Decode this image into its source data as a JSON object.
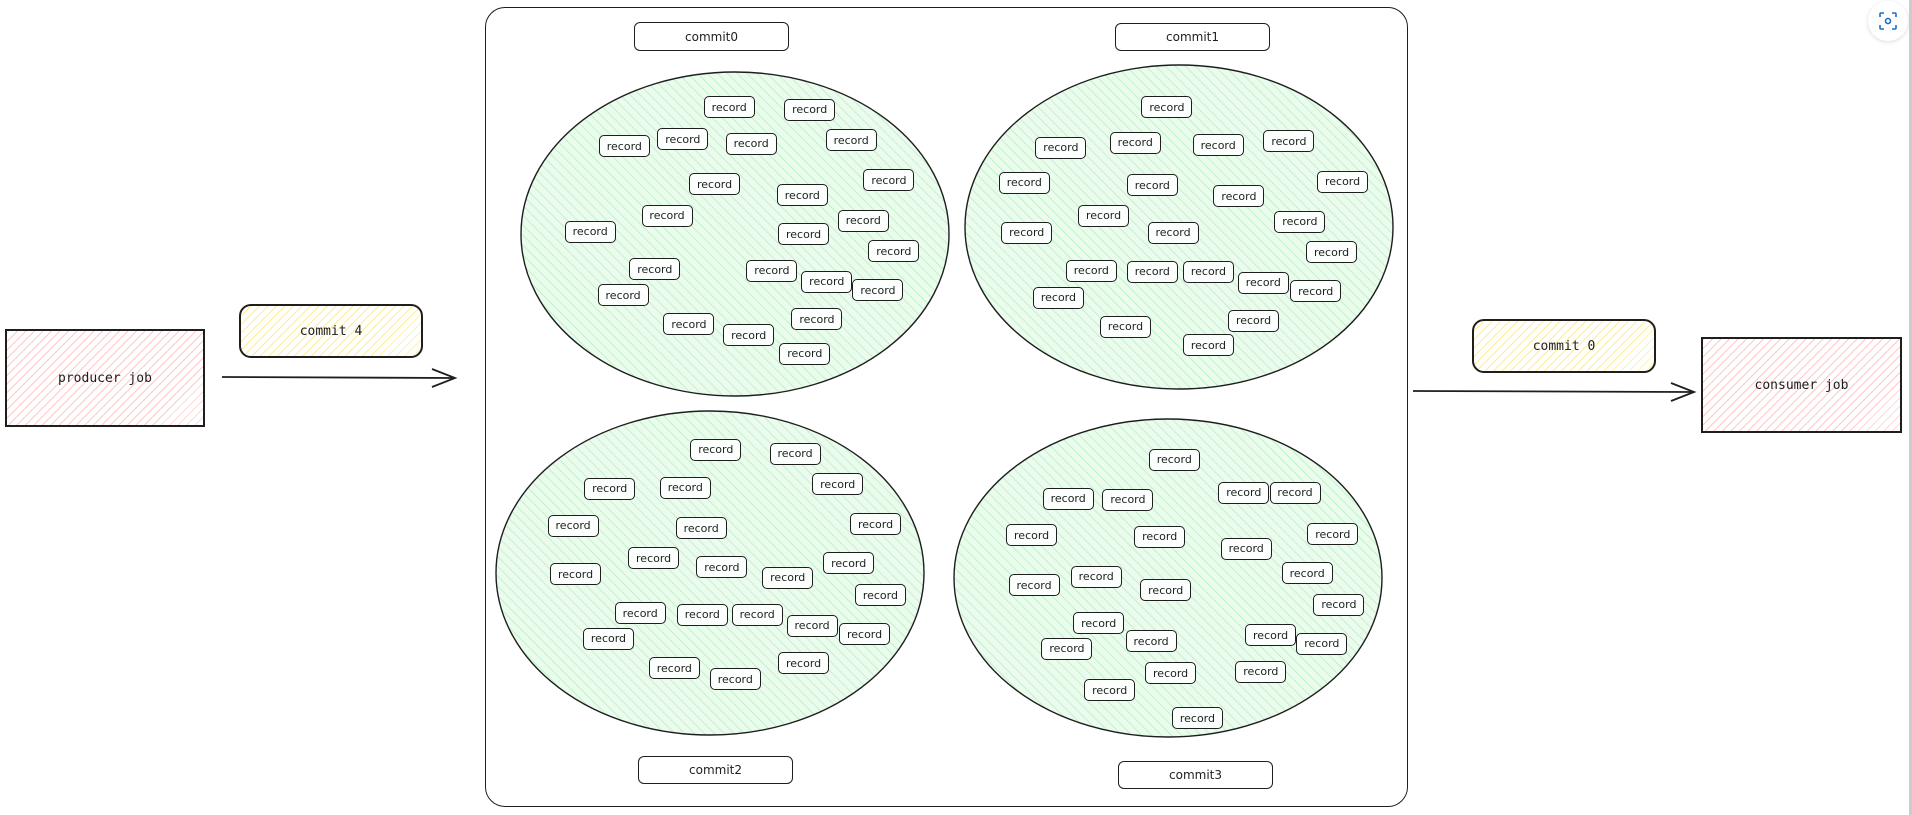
{
  "producer": {
    "label": "producer job"
  },
  "consumer": {
    "label": "consumer job"
  },
  "incoming_commit": {
    "label": "commit 4"
  },
  "outgoing_commit": {
    "label": "commit 0"
  },
  "colors": {
    "job_hatch": "#ffc9c9",
    "commit_hatch": "#ffec99",
    "group_fill": "#ebfbee",
    "group_hatch": "#b2f2bb",
    "stroke": "#1e1e1e",
    "accent": "#1971c2"
  },
  "groups": [
    {
      "label": "commit0",
      "records": [
        "record",
        "record",
        "record",
        "record",
        "record",
        "record",
        "record",
        "record",
        "record",
        "record",
        "record",
        "record",
        "record",
        "record",
        "record",
        "record",
        "record",
        "record",
        "record",
        "record",
        "record",
        "record",
        "record"
      ]
    },
    {
      "label": "commit1",
      "records": [
        "record",
        "record",
        "record",
        "record",
        "record",
        "record",
        "record",
        "record",
        "record",
        "record",
        "record",
        "record",
        "record",
        "record",
        "record",
        "record",
        "record",
        "record",
        "record",
        "record",
        "record",
        "record",
        "record"
      ]
    },
    {
      "label": "commit2",
      "records": [
        "record",
        "record",
        "record",
        "record",
        "record",
        "record",
        "record",
        "record",
        "record",
        "record",
        "record",
        "record",
        "record",
        "record",
        "record",
        "record",
        "record",
        "record",
        "record",
        "record",
        "record",
        "record",
        "record"
      ]
    },
    {
      "label": "commit3",
      "records": [
        "record",
        "record",
        "record",
        "record",
        "record",
        "record",
        "record",
        "record",
        "record",
        "record",
        "record",
        "record",
        "record",
        "record",
        "record",
        "record",
        "record",
        "record",
        "record",
        "record",
        "record",
        "record",
        "record"
      ]
    }
  ],
  "toolbar": {
    "fit_icon": "scan-focus-icon"
  }
}
